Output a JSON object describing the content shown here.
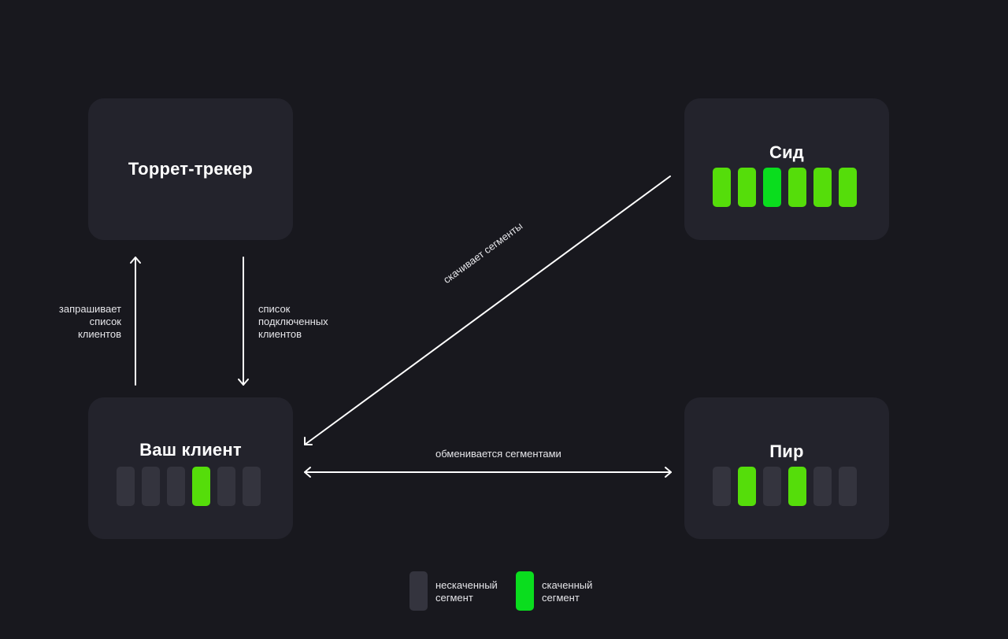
{
  "colors": {
    "background": "#18181e",
    "node": "#23232c",
    "segment_missing": "#34343e",
    "segment_downloaded": "#55dd0a",
    "segment_downloaded_alt": "#0add1e",
    "arrow": "#ffffff"
  },
  "nodes": {
    "tracker": {
      "title": "Торрет-трекер"
    },
    "seed": {
      "title": "Сид",
      "segments": [
        true,
        true,
        true,
        true,
        true,
        true
      ]
    },
    "client": {
      "title": "Ваш клиент",
      "segments": [
        false,
        false,
        false,
        true,
        false,
        false
      ]
    },
    "peer": {
      "title": "Пир",
      "segments": [
        false,
        true,
        false,
        true,
        false,
        false
      ]
    }
  },
  "edges": {
    "request": "запрашивает\nсписок\nклиентов",
    "list": "список\nподключенных\nклиентов",
    "download": "скачивает сегменты",
    "exchange": "обменивается сегментами"
  },
  "legend": {
    "missing": "нескаченный\nсегмент",
    "downloaded": "скаченный\nсегмент"
  }
}
